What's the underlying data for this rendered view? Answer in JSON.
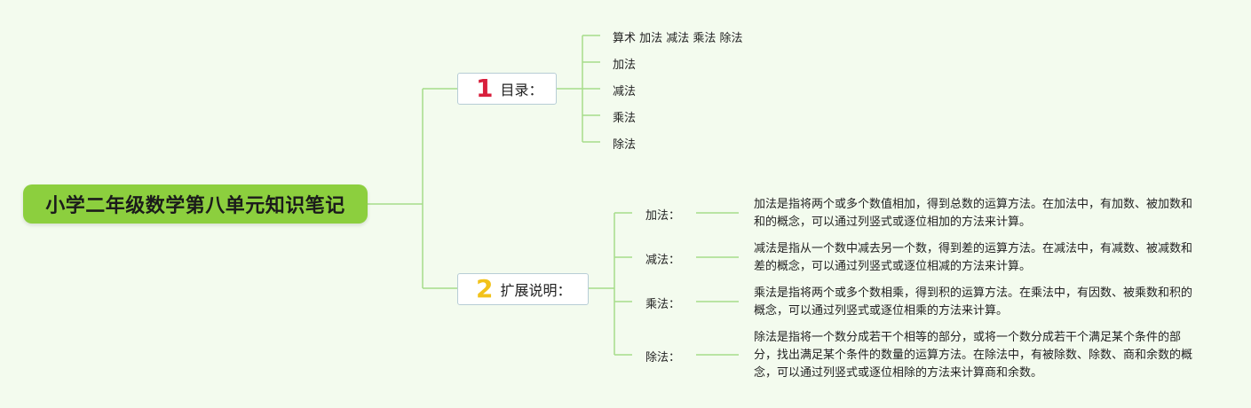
{
  "root": {
    "title": "小学二年级数学第八单元知识笔记"
  },
  "branches": [
    {
      "number": "1",
      "label": "目录：",
      "children": [
        "算术 加法 减法 乘法 除法",
        "加法",
        "减法",
        "乘法",
        "除法"
      ]
    },
    {
      "number": "2",
      "label": "扩展说明：",
      "children": [
        {
          "label": "加法：",
          "description": "加法是指将两个或多个数值相加，得到总数的运算方法。在加法中，有加数、被加数和和的概念，可以通过列竖式或逐位相加的方法来计算。"
        },
        {
          "label": "减法：",
          "description": "减法是指从一个数中减去另一个数，得到差的运算方法。在减法中，有减数、被减数和差的概念，可以通过列竖式或逐位相减的方法来计算。"
        },
        {
          "label": "乘法：",
          "description": "乘法是指将两个或多个数相乘，得到积的运算方法。在乘法中，有因数、被乘数和积的概念，可以通过列竖式或逐位相乘的方法来计算。"
        },
        {
          "label": "除法：",
          "description": "除法是指将一个数分成若干个相等的部分，或将一个数分成若干个满足某个条件的部分，找出满足某个条件的数量的运算方法。在除法中，有被除数、除数、商和余数的概念，可以通过列竖式或逐位相除的方法来计算商和余数。"
        }
      ]
    }
  ],
  "colors": {
    "background": "#f3fbee",
    "root_fill": "#8ccf3e",
    "connector": "#a6dd8a",
    "branch_border": "#b7cdd6",
    "number_1": "#d81f3c",
    "number_2": "#f2c21a"
  }
}
